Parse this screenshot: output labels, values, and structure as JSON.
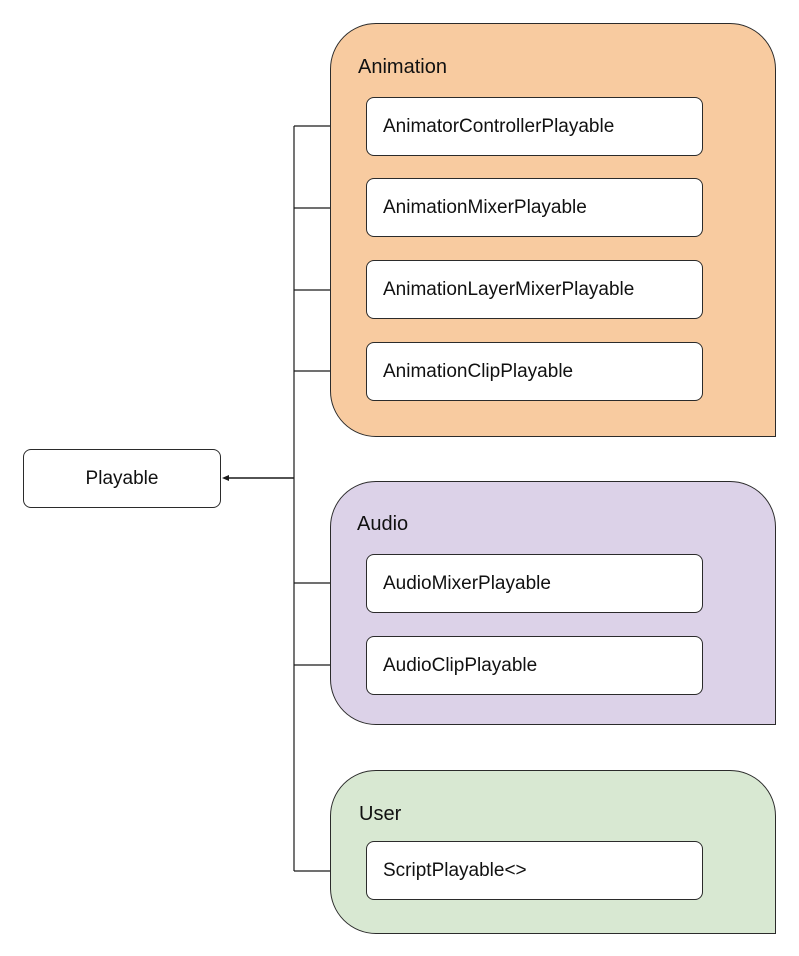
{
  "root": {
    "label": "Playable"
  },
  "groups": {
    "animation": {
      "title": "Animation",
      "color": "#f8cba0",
      "items": [
        "AnimatorControllerPlayable",
        "AnimationMixerPlayable",
        "AnimationLayerMixerPlayable",
        "AnimationClipPlayable"
      ]
    },
    "audio": {
      "title": "Audio",
      "color": "#dcd2e8",
      "items": [
        "AudioMixerPlayable",
        "AudioClipPlayable"
      ]
    },
    "user": {
      "title": "User",
      "color": "#d8e8d2",
      "items": [
        "ScriptPlayable<>"
      ]
    }
  }
}
